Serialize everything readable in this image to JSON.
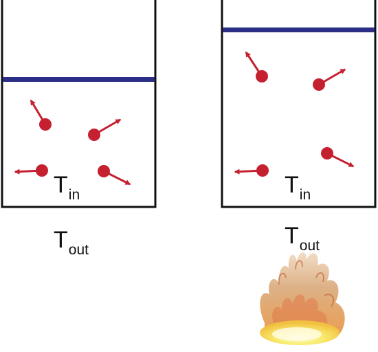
{
  "labels": {
    "t_main": "T",
    "in_sub": "in",
    "out_sub": "out"
  },
  "colors": {
    "wall": "#111111",
    "piston": "#2b2e86",
    "molecule": "#c4202f",
    "flame_outer": "#e0a060",
    "flame_inner": "#f7ec6a"
  },
  "icons": {
    "heat_source": "flame-icon"
  }
}
